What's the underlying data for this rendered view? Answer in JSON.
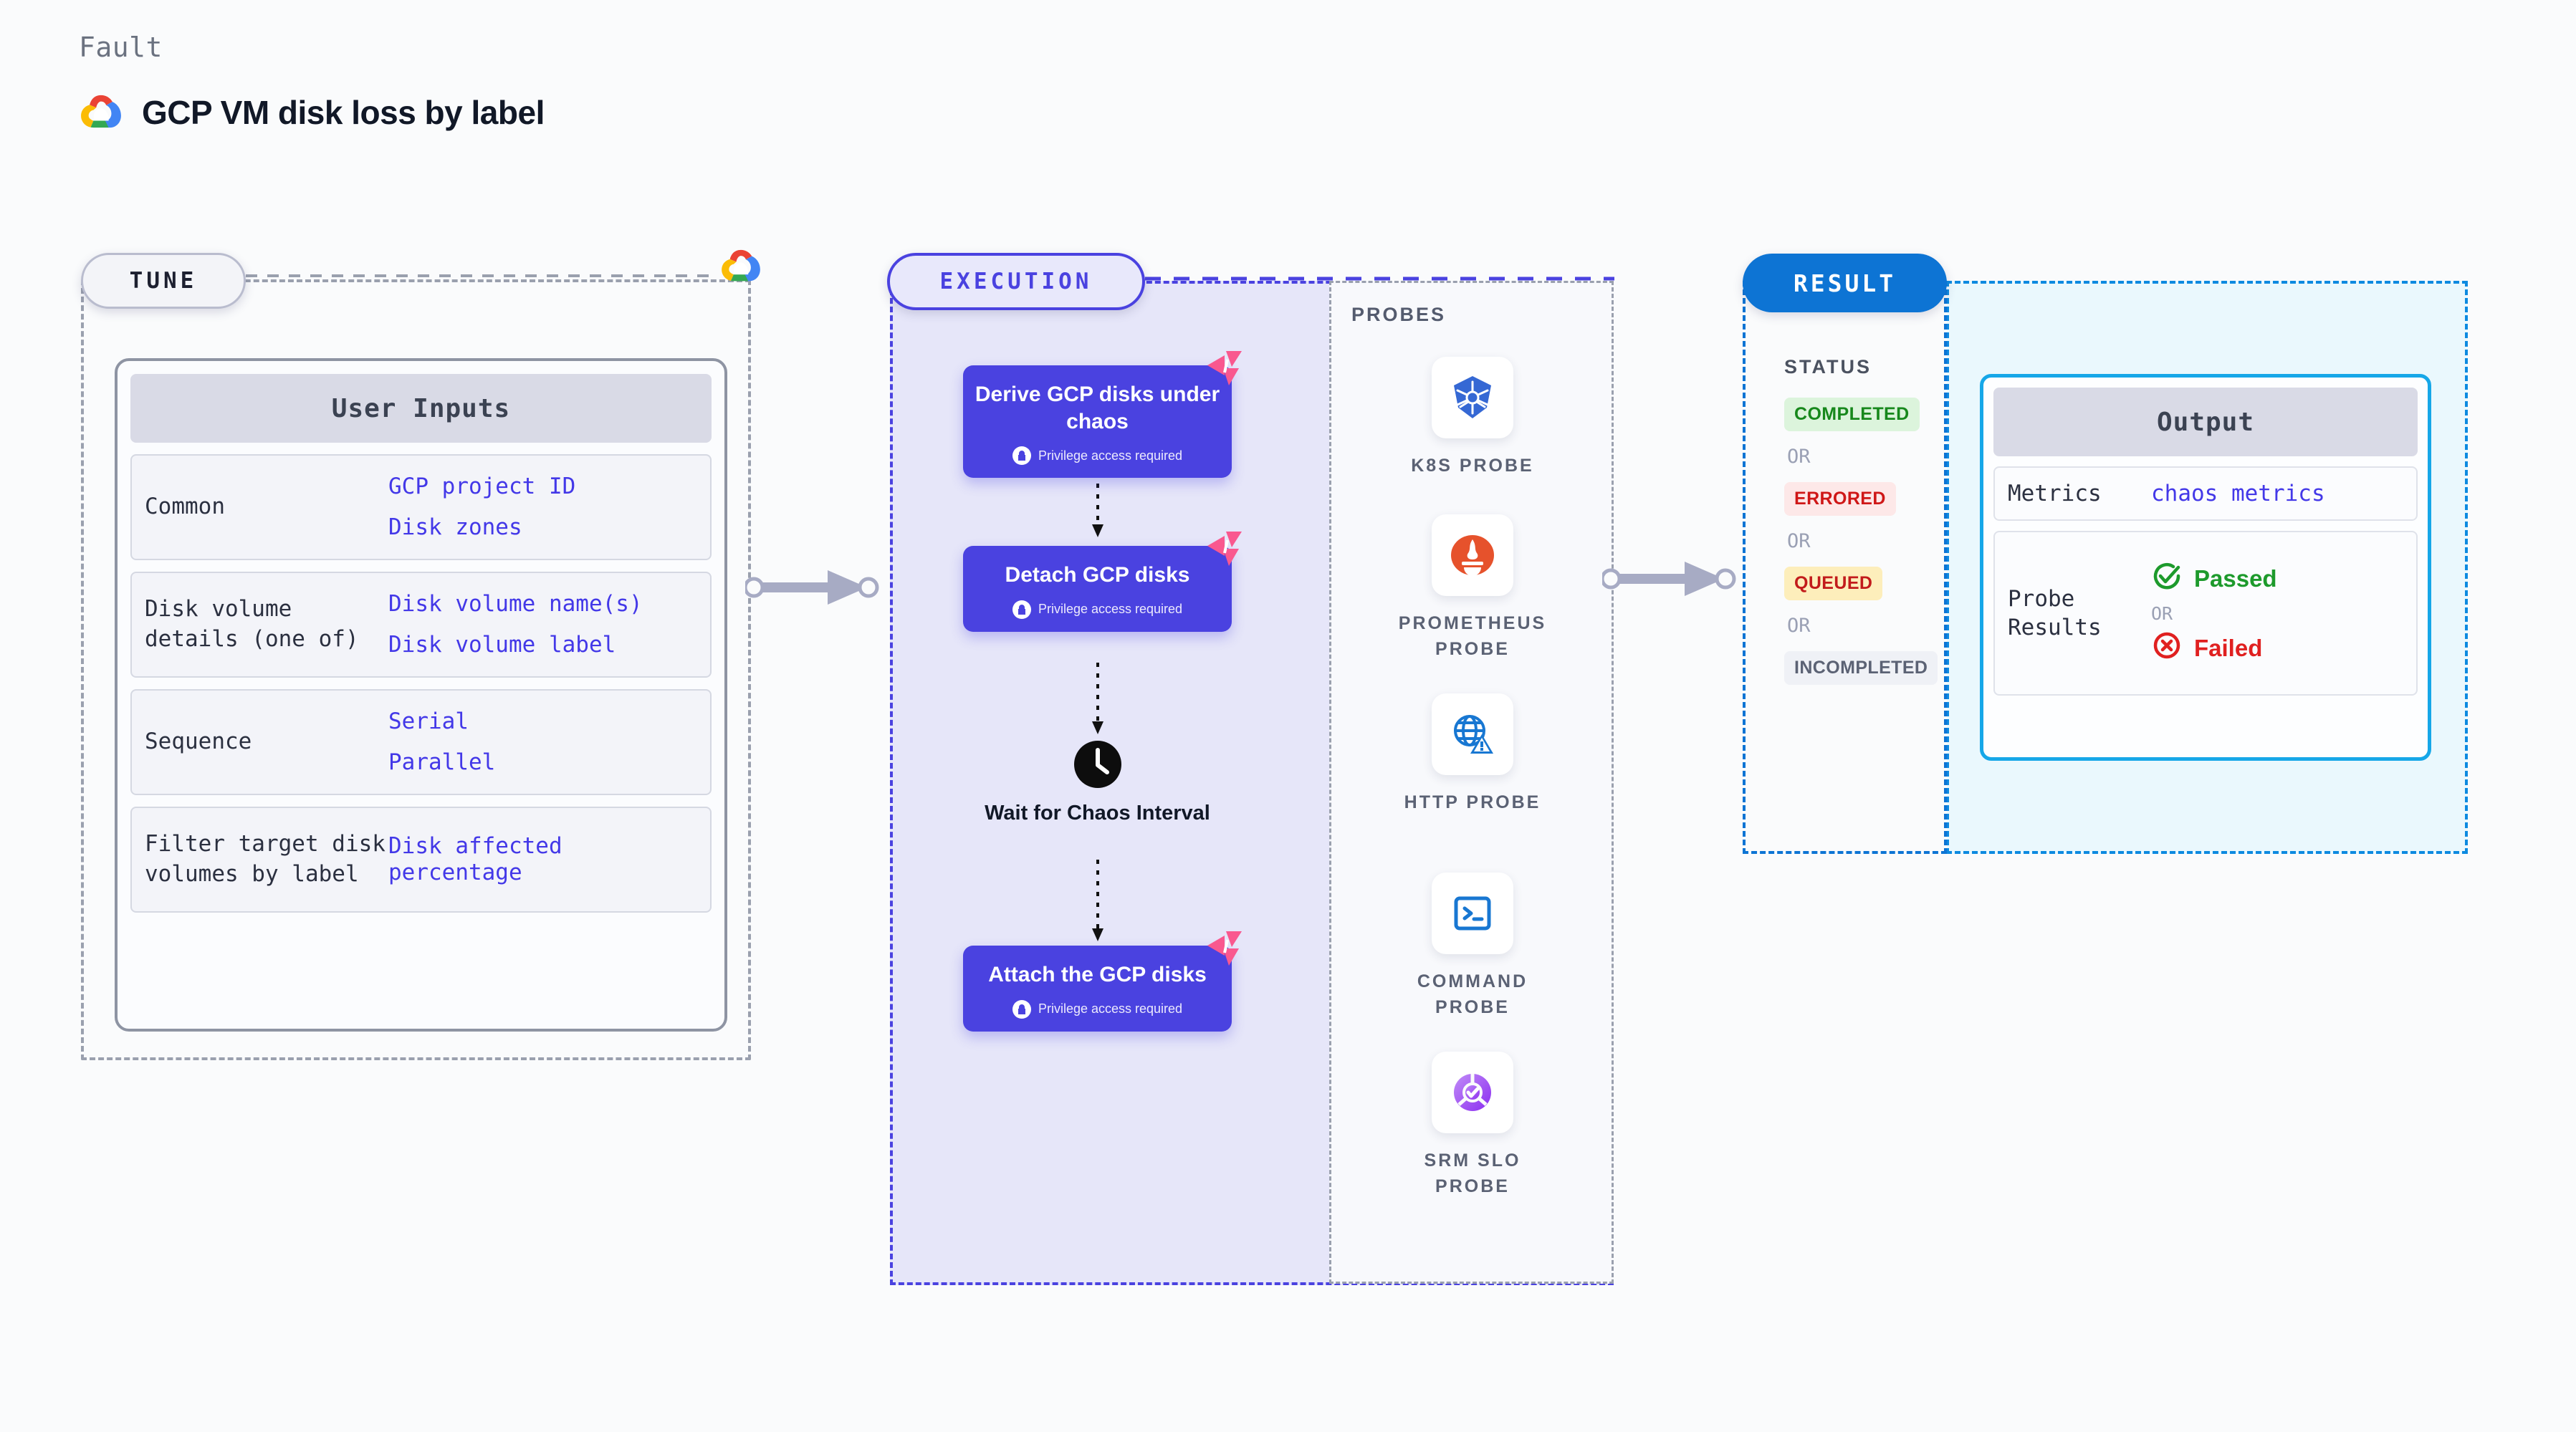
{
  "header": {
    "kicker": "Fault",
    "title": "GCP VM disk loss by label",
    "logo_icon": "gcp-cloud-icon"
  },
  "tune": {
    "tag": "TUNE",
    "logo_icon": "gcp-cloud-icon",
    "card_title": "User Inputs",
    "rows": [
      {
        "key": "Common",
        "values": [
          "GCP project ID",
          "Disk zones"
        ]
      },
      {
        "key": "Disk volume details (one of)",
        "values": [
          "Disk volume name(s)",
          "Disk volume label"
        ]
      },
      {
        "key": "Sequence",
        "values": [
          "Serial",
          "Parallel"
        ]
      },
      {
        "key": "Filter target disk volumes by label",
        "values": [
          "Disk affected percentage"
        ]
      }
    ]
  },
  "execution": {
    "tag": "EXECUTION",
    "nodes": [
      {
        "name": "Derive GCP disks under chaos",
        "privilege": "Privilege access required",
        "badge_icon": "chaos-badge-icon",
        "lock_icon": "lock-icon"
      },
      {
        "name": "Detach GCP disks",
        "privilege": "Privilege access required",
        "badge_icon": "chaos-badge-icon",
        "lock_icon": "lock-icon"
      },
      {
        "name": "Attach the GCP disks",
        "privilege": "Privilege access required",
        "badge_icon": "chaos-badge-icon",
        "lock_icon": "lock-icon"
      }
    ],
    "wait": {
      "label": "Wait for Chaos Interval",
      "icon": "clock-icon"
    },
    "probes_title": "PROBES",
    "probes": [
      {
        "label": "K8S PROBE",
        "icon": "kubernetes-icon"
      },
      {
        "label": "PROMETHEUS PROBE",
        "icon": "prometheus-icon"
      },
      {
        "label": "HTTP PROBE",
        "icon": "globe-warning-icon"
      },
      {
        "label": "COMMAND PROBE",
        "icon": "terminal-icon"
      },
      {
        "label": "SRM SLO PROBE",
        "icon": "srm-slo-icon"
      }
    ]
  },
  "result": {
    "tag": "RESULT",
    "status_title": "STATUS",
    "or_label": "OR",
    "statuses": [
      {
        "label": "COMPLETED",
        "bg": "#dcf4dc",
        "fg": "#17881c"
      },
      {
        "label": "ERRORED",
        "bg": "#fde8e8",
        "fg": "#cf1717"
      },
      {
        "label": "QUEUED",
        "bg": "#fdeebb",
        "fg": "#c21b1b"
      },
      {
        "label": "INCOMPLETED",
        "bg": "#eff1f6",
        "fg": "#5b6274"
      }
    ],
    "output": {
      "card_title": "Output",
      "metrics_key": "Metrics",
      "metrics_value": "chaos metrics",
      "probe_results_key": "Probe Results",
      "passed": {
        "label": "Passed",
        "icon": "check-circle-icon",
        "color": "#1d9a2c"
      },
      "failed": {
        "label": "Failed",
        "icon": "x-circle-icon",
        "color": "#e02020"
      },
      "or_label": "OR"
    }
  },
  "connectors": {
    "tune_to_exec_icon": "arrow-right-icon",
    "exec_to_result_icon": "arrow-right-icon"
  },
  "colors": {
    "accent_purple": "#4a42e0",
    "accent_blue": "#0d74d4",
    "accent_cyan": "#16a7e8",
    "chaos_pink": "#f9588f",
    "page_bg": "#fafbfc"
  }
}
